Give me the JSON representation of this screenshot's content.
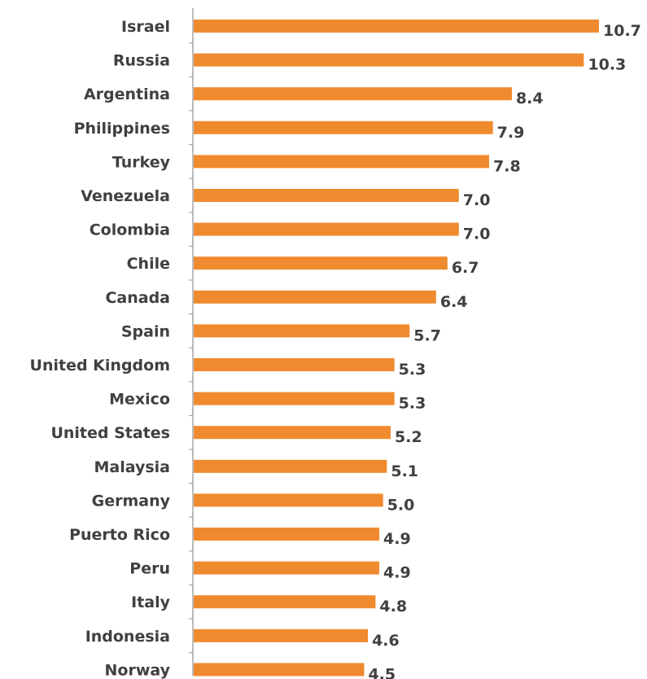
{
  "chart_data": {
    "type": "bar",
    "orientation": "horizontal",
    "categories": [
      "Israel",
      "Russia",
      "Argentina",
      "Philippines",
      "Turkey",
      "Venezuela",
      "Colombia",
      "Chile",
      "Canada",
      "Spain",
      "United Kingdom",
      "Mexico",
      "United States",
      "Malaysia",
      "Germany",
      "Puerto Rico",
      "Peru",
      "Italy",
      "Indonesia",
      "Norway"
    ],
    "values": [
      10.7,
      10.3,
      8.4,
      7.9,
      7.8,
      7.0,
      7.0,
      6.7,
      6.4,
      5.7,
      5.3,
      5.3,
      5.2,
      5.1,
      5.0,
      4.9,
      4.9,
      4.8,
      4.6,
      4.5
    ],
    "value_labels": [
      "10.7",
      "10.3",
      "8.4",
      "7.9",
      "7.8",
      "7.0",
      "7.0",
      "6.7",
      "6.4",
      "5.7",
      "5.3",
      "5.3",
      "5.2",
      "5.1",
      "5.0",
      "4.9",
      "4.9",
      "4.8",
      "4.6",
      "4.5"
    ],
    "xlim": [
      0,
      10.7
    ],
    "grid": false,
    "data_labels": true,
    "bar_color": "#F08A2E",
    "text_color": "#404040",
    "axis_color": "#A6A6A6"
  }
}
